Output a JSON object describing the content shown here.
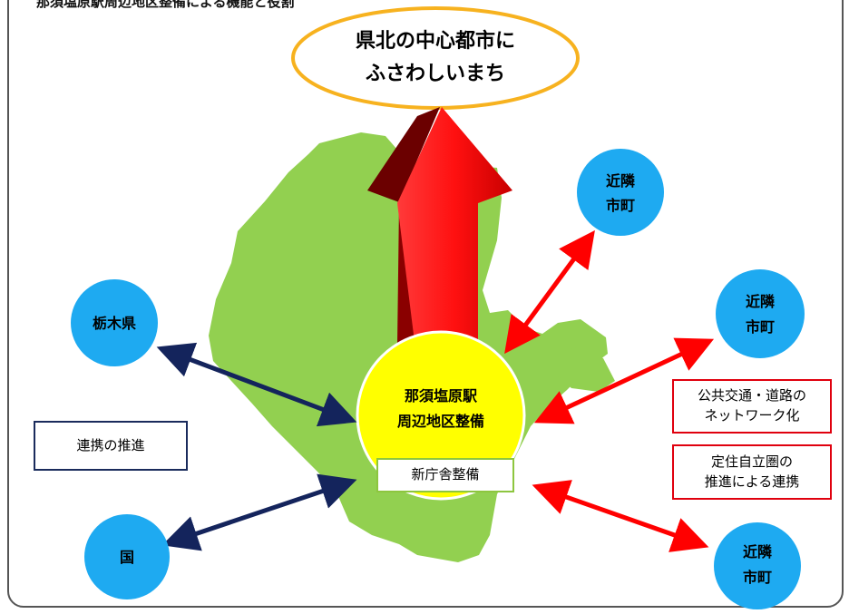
{
  "header_clip": "那須塩原駅周辺地区整備による機能と役割",
  "goal": {
    "line1": "県北の中心都市に",
    "line2": "ふさわしいまち"
  },
  "center": {
    "line1": "那須塩原駅",
    "line2": "周辺地区整備",
    "sub_label": "新庁舎整備"
  },
  "nodes": {
    "tochigi": "栃木県",
    "kuni": "国",
    "kinrin_line1": "近隣",
    "kinrin_line2": "市町"
  },
  "labels": {
    "renkei": "連携の推進",
    "transport_line1": "公共交通・道路の",
    "transport_line2": "ネットワーク化",
    "teiju_line1": "定住自立圏の",
    "teiju_line2": "推進による連携"
  },
  "colors": {
    "map_green": "#92d050",
    "circle_blue": "#1eaaf1",
    "center_yellow": "#ffff00",
    "goal_ellipse_border": "#f7b21f",
    "arrow_red": "#ff0000",
    "arrow_navy": "#14245c"
  }
}
